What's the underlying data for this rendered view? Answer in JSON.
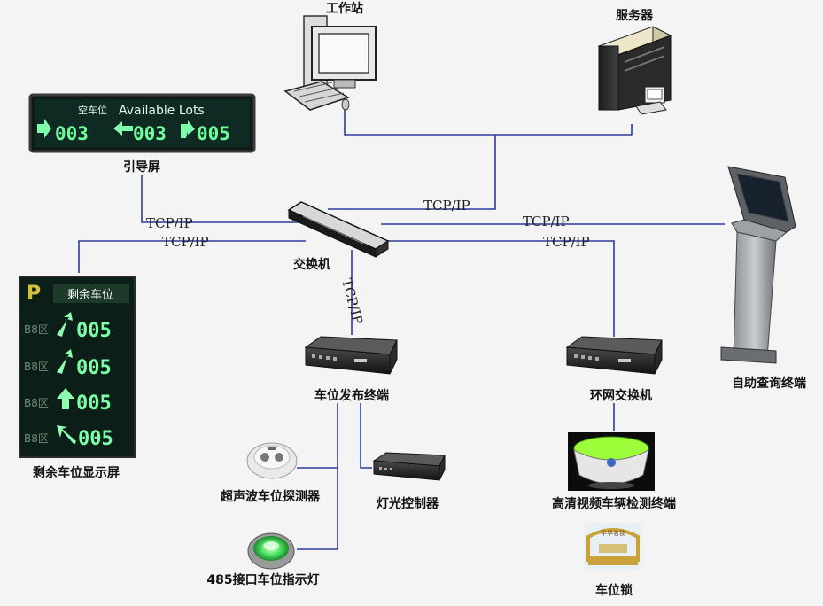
{
  "labels": {
    "workstation": "工作站",
    "server": "服务器",
    "guide_screen": "引导屏",
    "switch": "交换机",
    "kiosk": "自助查询终端",
    "remaining_display": "剩余车位显示屏",
    "publish_terminal": "车位发布终端",
    "ring_switch": "环网交换机",
    "ultrasonic_detector": "超声波车位探测器",
    "light_controller": "灯光控制器",
    "indicator_485": "485接口车位指示灯",
    "hd_video_terminal": "高清视频车辆检测终端",
    "parking_lock": "车位锁"
  },
  "tcp": {
    "t1": "TCP/IP",
    "t2": "TCP/IP",
    "t3": "TCP/IP",
    "t4": "TCP/IP",
    "t5": "TCP/IP",
    "t6": "TCP/IP"
  },
  "guide_sign": {
    "title_cn": "空车位",
    "title_en": "Available Lots",
    "counts": [
      "003",
      "003",
      "005"
    ]
  },
  "remaining_sign": {
    "p": "P",
    "header": "剩余车位",
    "rows": [
      {
        "zone": "B8区",
        "count": "005"
      },
      {
        "zone": "B8区",
        "count": "005"
      },
      {
        "zone": "B8区",
        "count": "005"
      },
      {
        "zone": "B8区",
        "count": "005"
      }
    ]
  },
  "lock_text": "中华名锁",
  "colors": {
    "wire": "#2b3c98",
    "led_green": "#6dff9c",
    "sign_bg": "#0b1f18"
  }
}
